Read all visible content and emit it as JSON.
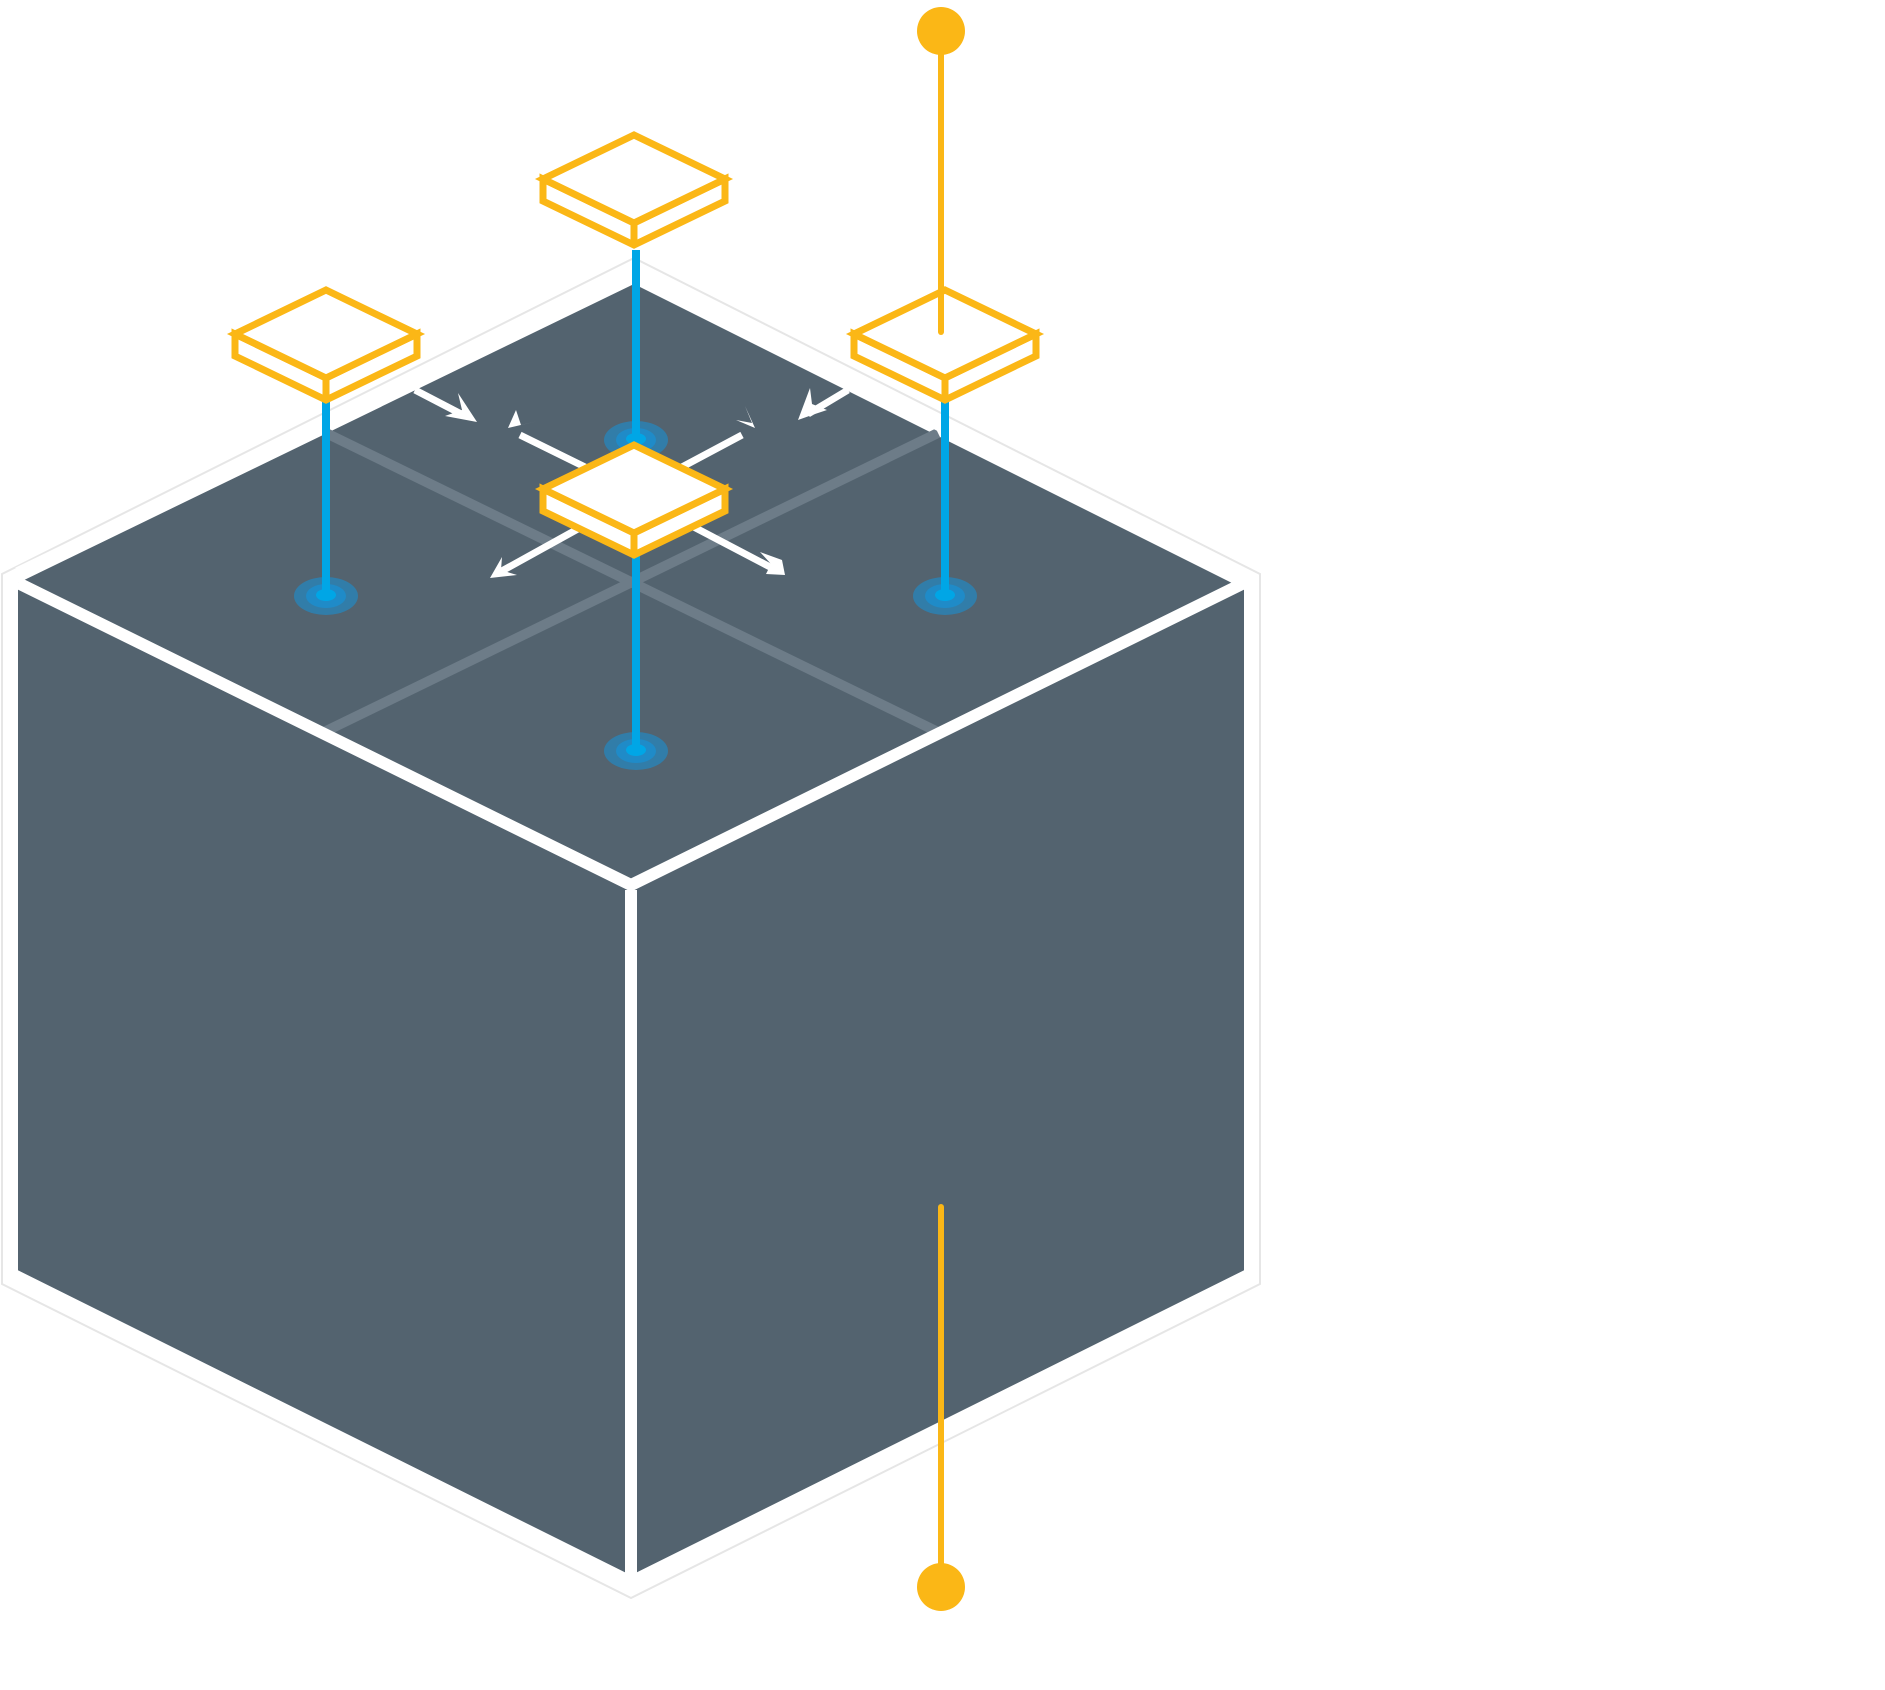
{
  "illustration": {
    "subject": "isometric-cube-with-platforms",
    "colors": {
      "background": "#ffffff",
      "cube_face": "#53636f",
      "cube_edge": "#ffffff",
      "outline_faint": "#e6e6e6",
      "grid_line": "#6d7c88",
      "platform_stroke": "#fbb716",
      "platform_fill": "#ffffff",
      "connector_blue": "#00a6e6",
      "glow_blue": "#1b8fd0",
      "accent_line": "#fbb716",
      "arrow": "#ffffff"
    },
    "platforms": [
      "platform-top-center",
      "platform-left",
      "platform-right",
      "platform-center"
    ],
    "icons": [
      "arrow-icon",
      "node-dot-icon",
      "pin-icon"
    ]
  }
}
